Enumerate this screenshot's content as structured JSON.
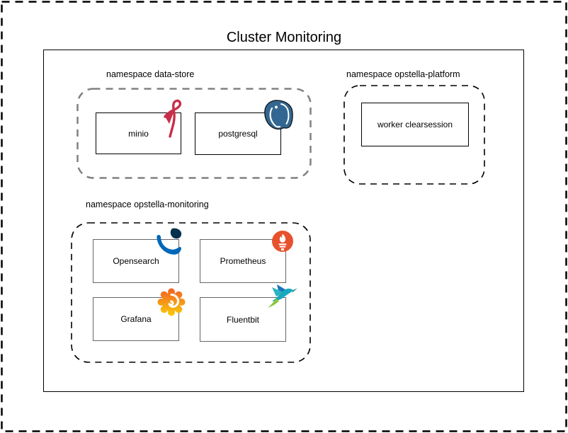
{
  "diagram": {
    "title": "Cluster Monitoring"
  },
  "namespaces": [
    {
      "label": "namespace data-store",
      "border_style": "dashed-gray",
      "services": [
        {
          "name": "minio",
          "icon": "minio-bird-icon"
        },
        {
          "name": "postgresql",
          "icon": "postgresql-elephant-icon"
        }
      ]
    },
    {
      "label": "namespace opstella-platform",
      "border_style": "dashed-black",
      "services": [
        {
          "name": "worker clearsession",
          "icon": ""
        }
      ]
    },
    {
      "label": "namespace opstella-monitoring",
      "border_style": "dashed-black",
      "services": [
        {
          "name": "Opensearch",
          "icon": "opensearch-icon"
        },
        {
          "name": "Prometheus",
          "icon": "prometheus-icon"
        },
        {
          "name": "Grafana",
          "icon": "grafana-icon"
        },
        {
          "name": "Fluentbit",
          "icon": "fluentbit-icon"
        }
      ]
    }
  ],
  "colors": {
    "page_border": "#000000",
    "datastore_dash": "#808080",
    "node_border_black": "#000000",
    "node_border_gray": "#666666",
    "minio_red": "#C72E49",
    "postgres_blue": "#336791",
    "opensearch_dark": "#05314D",
    "opensearch_blue": "#0067B8",
    "prometheus_orange": "#E6522C",
    "grafana_orange": "#F05A28",
    "grafana_yellow": "#FBCA0A",
    "fluentbit_blue": "#1B75BB",
    "fluentbit_teal": "#17A8BD",
    "fluentbit_green": "#8EC63F"
  }
}
